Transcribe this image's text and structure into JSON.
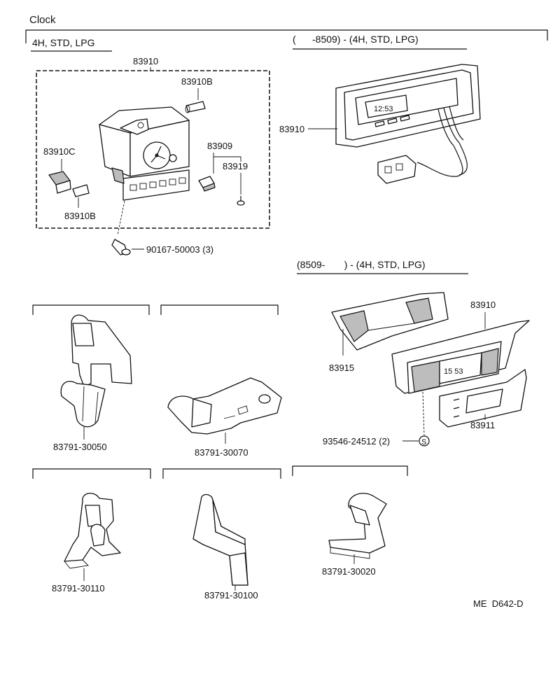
{
  "title": "Clock",
  "sections": {
    "std": "4H, STD, LPG",
    "before": "(      -8509) - (4H, STD, LPG)",
    "after": "(8509-       ) - (4H, STD, LPG)"
  },
  "parts": {
    "p83910_top": "83910",
    "p83910b_top": "83910B",
    "p83910c": "83910C",
    "p83910b_bottom": "83910B",
    "p83909": "83909",
    "p83919": "83919",
    "screw": "90167-50003 (3)",
    "p83910_before": "83910",
    "clock_time": "12:53",
    "p83910_after": "83910",
    "p83915": "83915",
    "p83911": "83911",
    "screw2": "93546-24512 (2)",
    "screw2_symbol": "S",
    "digits_after": "15 53",
    "c30050": "83791-30050",
    "c30070": "83791-30070",
    "c30110": "83791-30110",
    "c30100": "83791-30100",
    "c30020": "83791-30020"
  },
  "footer_code": "ME  D642-D"
}
